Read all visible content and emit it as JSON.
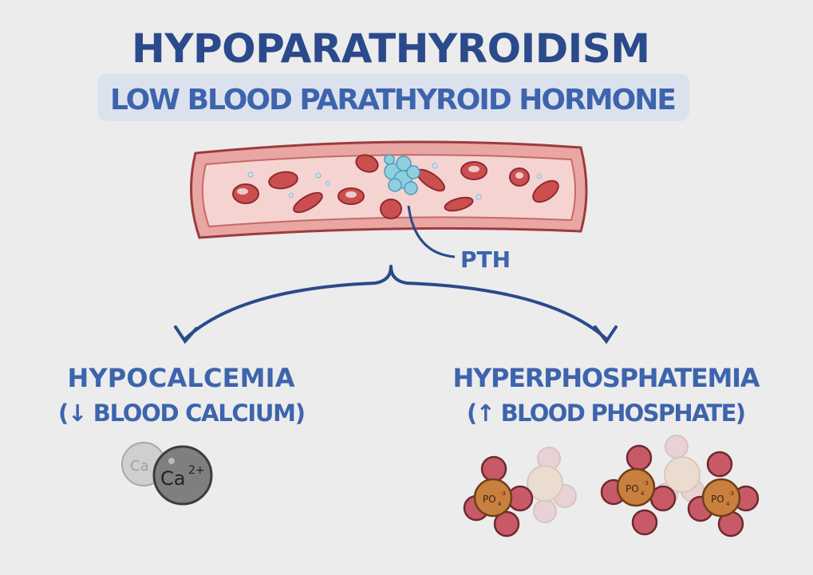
{
  "title": "HYPOPARATHYROIDISM",
  "subtitle": "LOW BLOOD PARATHYROID HORMONE",
  "pth_label": "PTH",
  "left": {
    "heading": "HYPOCALCEMIA",
    "detail": "(↓ BLOOD CALCIUM)",
    "ion_base": "Ca",
    "ion_charge": "2+"
  },
  "right": {
    "heading": "HYPERPHOSPHATEMIA",
    "detail": "(↑ BLOOD PHOSPHATE)",
    "ion_base": "PO",
    "ion_sub": "4",
    "ion_charge": "-3"
  },
  "colors": {
    "title": "#2b4a8b",
    "accent": "#3d64ad",
    "band": "#dce2ed",
    "vessel": "#e8a3a0",
    "rbc": "#c54a4a",
    "phosphate": "#c9803f",
    "oxygen": "#c85a68",
    "calcium": "#8a8a8a"
  }
}
